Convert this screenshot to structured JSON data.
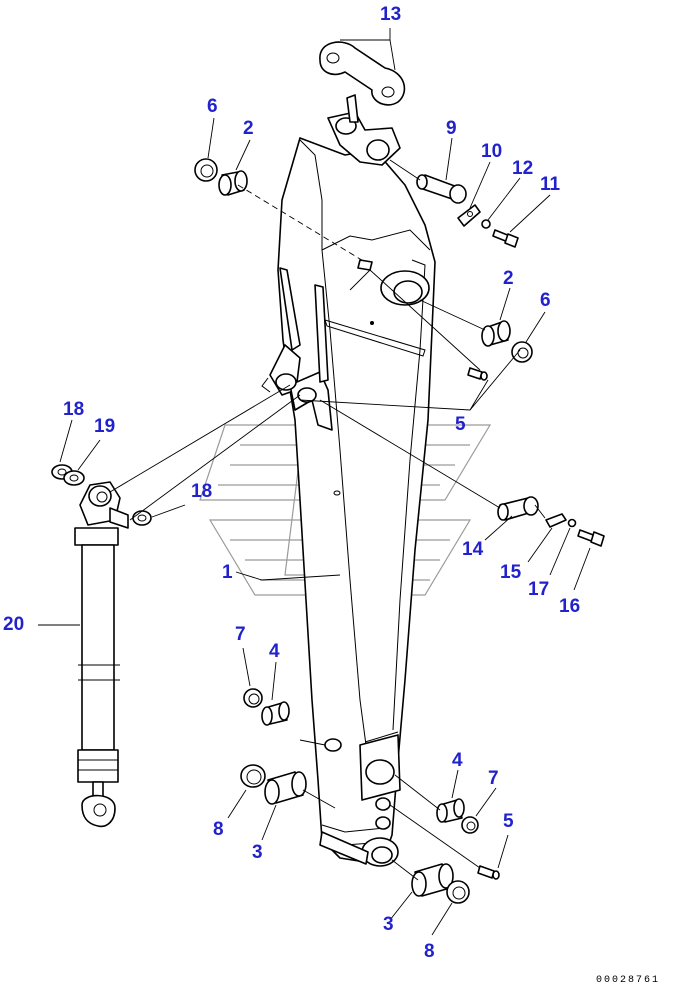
{
  "callouts": [
    {
      "id": "13",
      "label": "13"
    },
    {
      "id": "6a",
      "label": "6"
    },
    {
      "id": "2a",
      "label": "2"
    },
    {
      "id": "9",
      "label": "9"
    },
    {
      "id": "10",
      "label": "10"
    },
    {
      "id": "12",
      "label": "12"
    },
    {
      "id": "11",
      "label": "11"
    },
    {
      "id": "2b",
      "label": "2"
    },
    {
      "id": "6b",
      "label": "6"
    },
    {
      "id": "5a",
      "label": "5"
    },
    {
      "id": "18a",
      "label": "18"
    },
    {
      "id": "19",
      "label": "19"
    },
    {
      "id": "18b",
      "label": "18"
    },
    {
      "id": "14",
      "label": "14"
    },
    {
      "id": "15",
      "label": "15"
    },
    {
      "id": "17",
      "label": "17"
    },
    {
      "id": "16",
      "label": "16"
    },
    {
      "id": "1",
      "label": "1"
    },
    {
      "id": "20",
      "label": "20"
    },
    {
      "id": "7a",
      "label": "7"
    },
    {
      "id": "4a",
      "label": "4"
    },
    {
      "id": "8a",
      "label": "8"
    },
    {
      "id": "3a",
      "label": "3"
    },
    {
      "id": "4b",
      "label": "4"
    },
    {
      "id": "7b",
      "label": "7"
    },
    {
      "id": "5b",
      "label": "5"
    },
    {
      "id": "3b",
      "label": "3"
    },
    {
      "id": "8b",
      "label": "8"
    }
  ],
  "drawing_number": "00028761",
  "colors": {
    "callout": "#2222cc",
    "line": "#000000",
    "watermark": "#9a9a9a"
  }
}
